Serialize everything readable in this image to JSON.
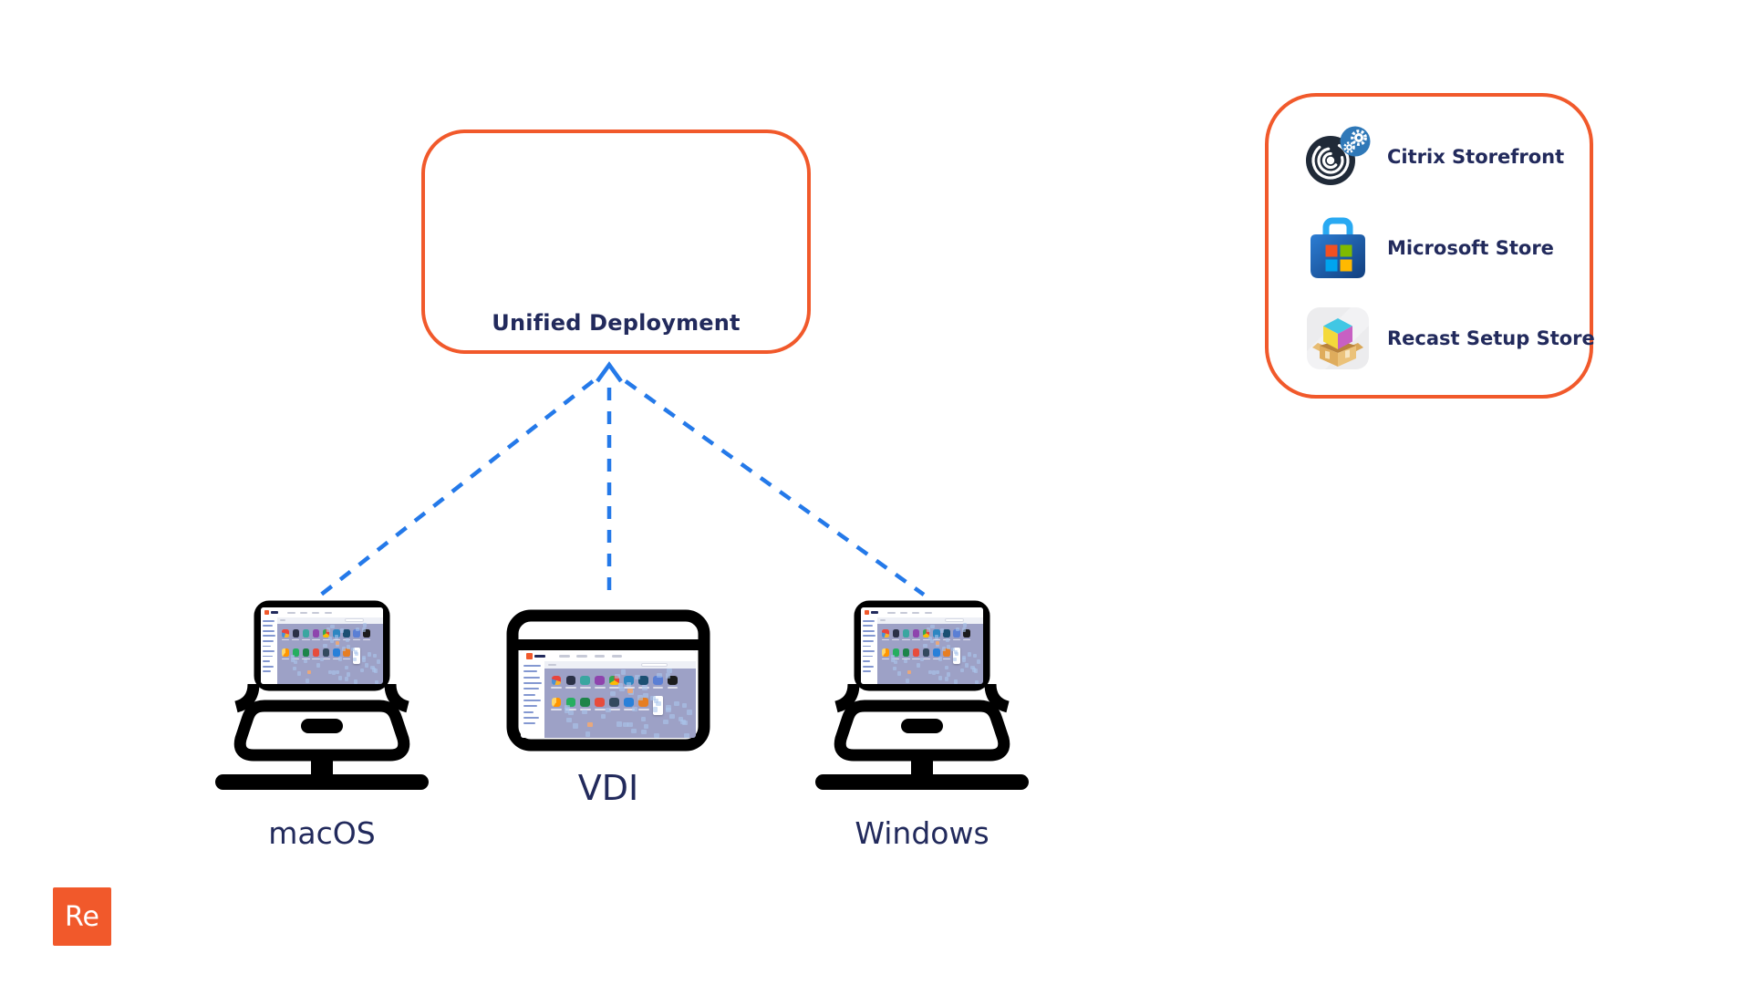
{
  "colors": {
    "accent_orange": "#F1592B",
    "navy_text": "#222A5C",
    "dashed_blue": "#2479E9",
    "screen_bg": "#9DA1C6",
    "ms_red": "#F25022",
    "ms_green": "#7FBA00",
    "ms_blue": "#00A4EF",
    "ms_yellow": "#FFB900"
  },
  "unified_box": {
    "label": "Unified Deployment"
  },
  "devices": [
    {
      "id": "macos",
      "label": "macOS",
      "type": "laptop"
    },
    {
      "id": "vdi",
      "label": "VDI",
      "type": "browser-window"
    },
    {
      "id": "windows",
      "label": "Windows",
      "type": "laptop"
    }
  ],
  "stores_panel": {
    "items": [
      {
        "label": "Citrix Storefront",
        "icon": "citrix-storefront-icon"
      },
      {
        "label": "Microsoft Store",
        "icon": "microsoft-store-icon"
      },
      {
        "label": "Recast Setup Store",
        "icon": "recast-setup-store-icon"
      }
    ]
  },
  "logo": {
    "text": "Re"
  },
  "screen_app": {
    "bg": "#9DA1C6",
    "row1": [
      "conic-gradient(#e8453c 0 30%, #f7b32b 0 55%, #4a90d9 0 80%, #e8453c 0)",
      "#2B3147",
      "#3AA6A0",
      "#8E44AD",
      "conic-gradient(#EA4335 0 33%, #FBBC05 0 66%, #34A853 0)",
      "#2E86C1",
      "#1B4F72",
      "#5B7FD4",
      "#1C1C1C"
    ],
    "row2": [
      "conic-gradient(#FF9500 0 60%, #FFD666 0)",
      "#27AE60",
      "#1E8449",
      "#E74C3C",
      "#34495E",
      "#2980D9",
      "#E67E22",
      "#FFFFFF"
    ],
    "dissolve_color": "rgba(170,198,236,0.6)",
    "dissolve_accent": "#E8A87C"
  }
}
